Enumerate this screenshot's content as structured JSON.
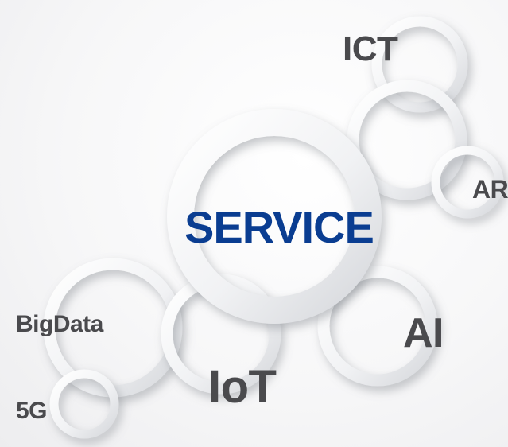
{
  "labels": {
    "service": "SERVICE",
    "ict": "ICT",
    "ar": "AR",
    "ai": "AI",
    "bigdata": "BigData",
    "iot": "IoT",
    "fiveg": "5G"
  },
  "colors": {
    "accent": "#0a3d91",
    "text_gray": "#4a4a4d",
    "ring": "#f4f4f6",
    "ring_shadow": "#b9bcc2"
  }
}
